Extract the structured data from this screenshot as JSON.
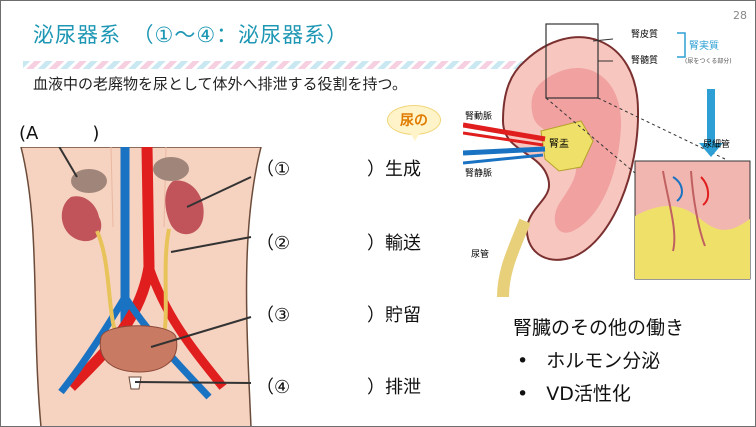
{
  "page_number": "28",
  "title": "泌尿器系　（①〜④：泌尿器系）",
  "lead": "血液中の老廃物を尿として体外へ排泄する役割を持つ。",
  "a_label": "(A　　　)",
  "badge": "尿の",
  "rows": [
    {
      "num": "（①",
      "role": "）生成"
    },
    {
      "num": "（②",
      "role": "）輸送"
    },
    {
      "num": "（③",
      "role": "）貯留"
    },
    {
      "num": "（④",
      "role": "）排泄"
    }
  ],
  "detail_labels": {
    "cortex": "腎皮質",
    "medulla": "腎髄質",
    "parenchyma": "腎実質",
    "parenchyma_note": "(尿をつくる部分)",
    "artery": "腎動脈",
    "vein": "腎静脈",
    "pelvis": "腎盂",
    "ureter": "尿管",
    "tubule": "尿細管"
  },
  "other": {
    "heading": "腎臓のその他の働き",
    "items": [
      "ホルモン分泌",
      "VD活性化"
    ]
  }
}
